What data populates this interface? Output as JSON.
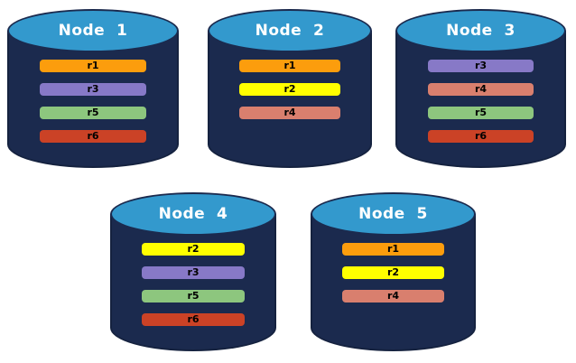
{
  "page": {
    "background": "#ffffff"
  },
  "colors": {
    "cylinder_body": "#1B2A4E",
    "cylinder_outline": "#15223F",
    "cylinder_top_fill": "#3399CD",
    "title_text": "#FFFFFF",
    "bar_text": "#000000"
  },
  "replica_colors": {
    "r1": "#FC9D0D",
    "r2": "#FFFF00",
    "r3": "#8779C7",
    "r4": "#D97F6E",
    "r5": "#8DC67E",
    "r6": "#CB4226"
  },
  "nodes": [
    {
      "title": "Node  1",
      "replicas": [
        "r1",
        "r3",
        "r5",
        "r6"
      ]
    },
    {
      "title": "Node  2",
      "replicas": [
        "r1",
        "r2",
        "r4"
      ]
    },
    {
      "title": "Node  3",
      "replicas": [
        "r3",
        "r4",
        "r5",
        "r6"
      ]
    },
    {
      "title": "Node  4",
      "replicas": [
        "r2",
        "r3",
        "r5",
        "r6"
      ]
    },
    {
      "title": "Node  5",
      "replicas": [
        "r1",
        "r2",
        "r4"
      ]
    }
  ]
}
